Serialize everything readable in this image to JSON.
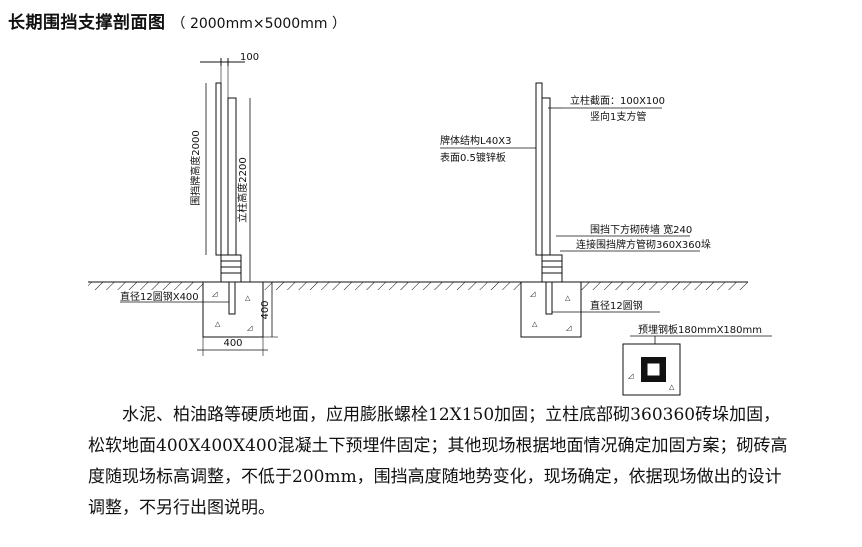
{
  "title": "长期围挡支撑剖面图",
  "subtitle": "（ 2000mm×5000mm ）",
  "left_view": {
    "dim_top": "100",
    "panel_height_label": "围挡牌高度2000",
    "post_height_label": "立柱高度2200",
    "rebar_label": "直径12圆钢X400",
    "footing_height": "400",
    "footing_width": "400"
  },
  "right_view": {
    "post_section_line1": "立柱截面：100X100",
    "post_section_line2": "竖向1支方管",
    "sign_structure_line1": "牌体结构L40X3",
    "sign_structure_line2": "表面0.5镀锌板",
    "brick_note": "围挡下方砌砖墙  宽240",
    "connection_note": "连接围挡牌方管砌360X360垛",
    "rebar_label": "直径12圆钢",
    "embed_plate_label": "预埋钢板180mmX180mm"
  },
  "description": "水泥、柏油路等硬质地面，应用膨胀螺栓12X150加固；立柱底部砌360360砖垛加固，松软地面400X400X400混凝土下预埋件固定；其他现场根据地面情况确定加固方案；砌砖高度随现场标高调整，不低于200mm，围挡高度随地势变化，现场确定，依据现场做出的设计调整，不另行出图说明。",
  "colors": {
    "line": "#111111",
    "background": "#ffffff"
  }
}
